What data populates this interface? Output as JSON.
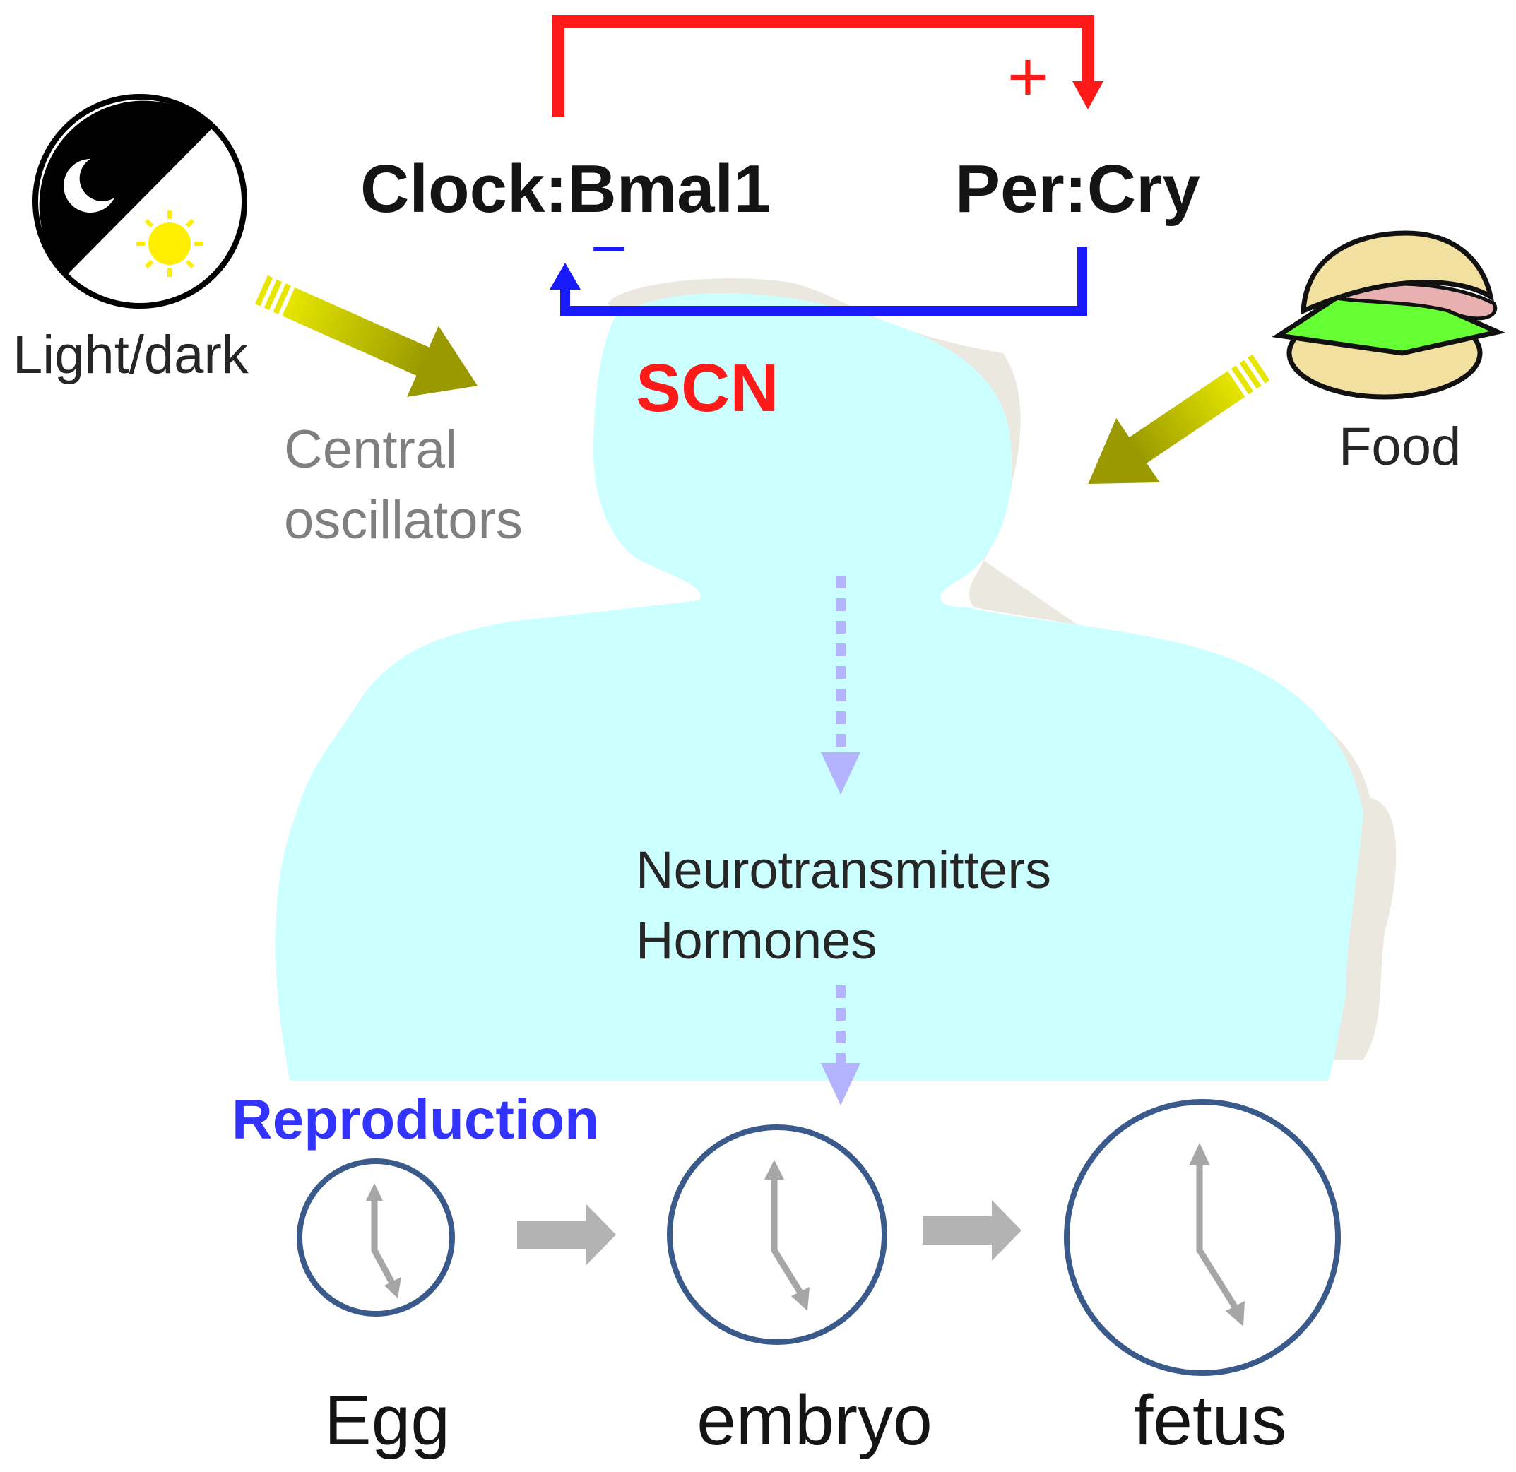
{
  "labels": {
    "clock_bmal1": "Clock:Bmal1",
    "per_cry": "Per:Cry",
    "plus_sign": "+",
    "minus_sign": "−",
    "light_dark": "Light/dark",
    "central_oscillators_line1": "Central",
    "central_oscillators_line2": "oscillators",
    "scn": "SCN",
    "food": "Food",
    "neurotransmitters": "Neurotransmitters",
    "hormones": "Hormones",
    "reproduction": "Reproduction",
    "egg": "Egg",
    "embryo": "embryo",
    "fetus": "fetus"
  },
  "colors": {
    "activation": "#ff1a1a",
    "repression": "#1a1aff",
    "scn_text": "#ff1a1a",
    "reproduction_text": "#3333ff",
    "body_fill": "#ccffff",
    "body_shadow": "#ebe8df",
    "input_arrow": "#c8c800",
    "dotted_arrow": "#b3b3ff",
    "clock_ring": "#3a5a8c",
    "clock_hand": "#a6a6a6",
    "stage_arrow": "#b3b3b3",
    "central_osc_text": "#7f7f7f"
  },
  "icons": [
    "moon-icon",
    "sun-icon",
    "sandwich-icon",
    "clock-icon"
  ]
}
